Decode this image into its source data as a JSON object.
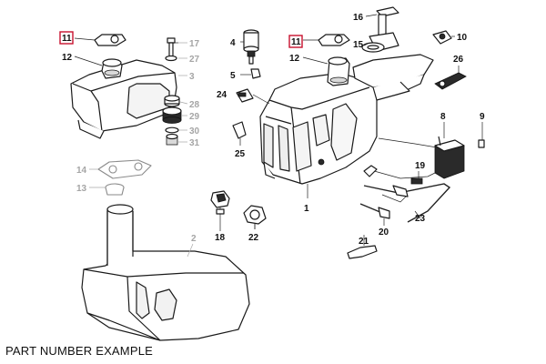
{
  "caption": "PART NUMBER EXAMPLE",
  "callouts": {
    "c1": "1",
    "c2": "2",
    "c3": "3",
    "c4": "4",
    "c5": "5",
    "c8": "8",
    "c9": "9",
    "c10": "10",
    "c11a": "11",
    "c11b": "11",
    "c12a": "12",
    "c12b": "12",
    "c13": "13",
    "c14": "14",
    "c15": "15",
    "c16": "16",
    "c17": "17",
    "c18": "18",
    "c19": "19",
    "c20": "20",
    "c21": "21",
    "c22": "22",
    "c23": "23",
    "c24": "24",
    "c25": "25",
    "c26": "26",
    "c27": "27",
    "c28": "28",
    "c29": "29",
    "c30": "30",
    "c31": "31"
  },
  "highlight_color": "#c8102e"
}
